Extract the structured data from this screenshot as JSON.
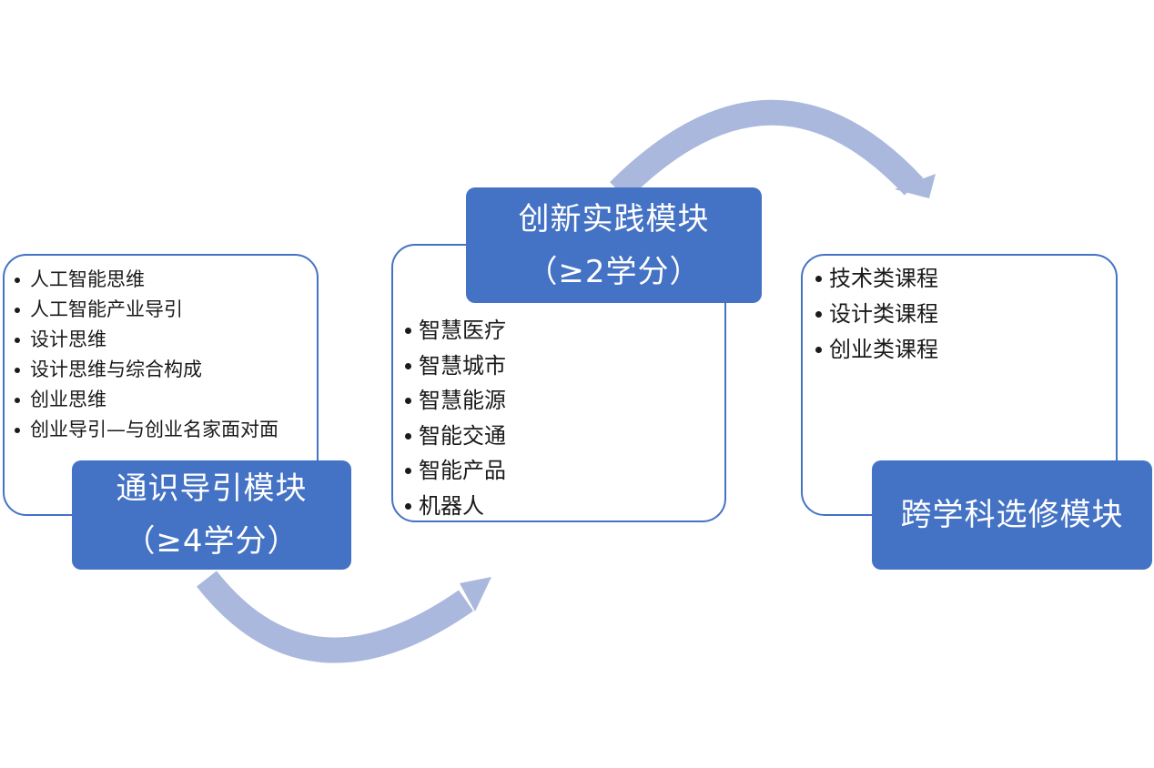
{
  "modules": [
    {
      "title": "通识导引模块",
      "credits": "（≥4学分）",
      "items": [
        "人工智能思维",
        "人工智能产业导引",
        "设计思维",
        "设计思维与综合构成",
        "创业思维",
        "创业导引—与创业名家面对面"
      ]
    },
    {
      "title": "创新实践模块",
      "credits": "（≥2学分）",
      "items": [
        "智慧医疗",
        "智慧城市",
        "智慧能源",
        "智能交通",
        "智能产品",
        "机器人"
      ]
    },
    {
      "title": "跨学科选修模块",
      "items": [
        "技术类课程",
        "设计类课程",
        "创业类课程"
      ]
    }
  ],
  "colors": {
    "module_fill": "#4472c4",
    "box_border": "#4472c4",
    "arrow": "#aab8dd"
  }
}
